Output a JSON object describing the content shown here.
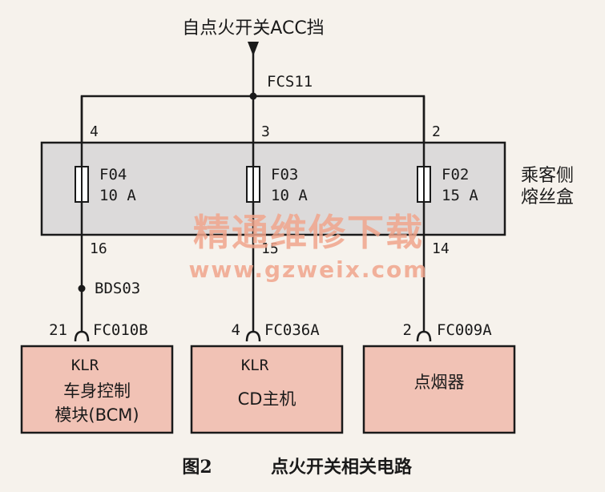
{
  "colors": {
    "background": "#f6f2ec",
    "line": "#1a1a1a",
    "fuse_box_fill": "#dcdada",
    "module_fill": "#f1c2b5",
    "watermark": "#f0a58c"
  },
  "source_label": "自点火开关ACC挡",
  "junction_top": "FCS11",
  "fuse_box": {
    "label_line1": "乘客侧",
    "label_line2": "熔丝盒",
    "fuses": [
      {
        "name": "F04",
        "rating": "10 A",
        "pin_in": "4",
        "pin_out": "16"
      },
      {
        "name": "F03",
        "rating": "10 A",
        "pin_in": "3",
        "pin_out": "15"
      },
      {
        "name": "F02",
        "rating": "15 A",
        "pin_in": "2",
        "pin_out": "14"
      }
    ]
  },
  "splice": "BDS03",
  "connectors": [
    {
      "pin": "21",
      "name": "FC010B"
    },
    {
      "pin": "4",
      "name": "FC036A"
    },
    {
      "pin": "2",
      "name": "FC009A"
    }
  ],
  "modules": [
    {
      "line1": "KLR",
      "line2": "车身控制",
      "line3": "模块(BCM)"
    },
    {
      "line1": "KLR",
      "line2": "CD主机"
    },
    {
      "line1": "点烟器"
    }
  ],
  "watermark": {
    "line1": "精通维修下载",
    "line2": "www.gzweix.com"
  },
  "caption": {
    "figure": "图2",
    "title": "点火开关相关电路"
  }
}
